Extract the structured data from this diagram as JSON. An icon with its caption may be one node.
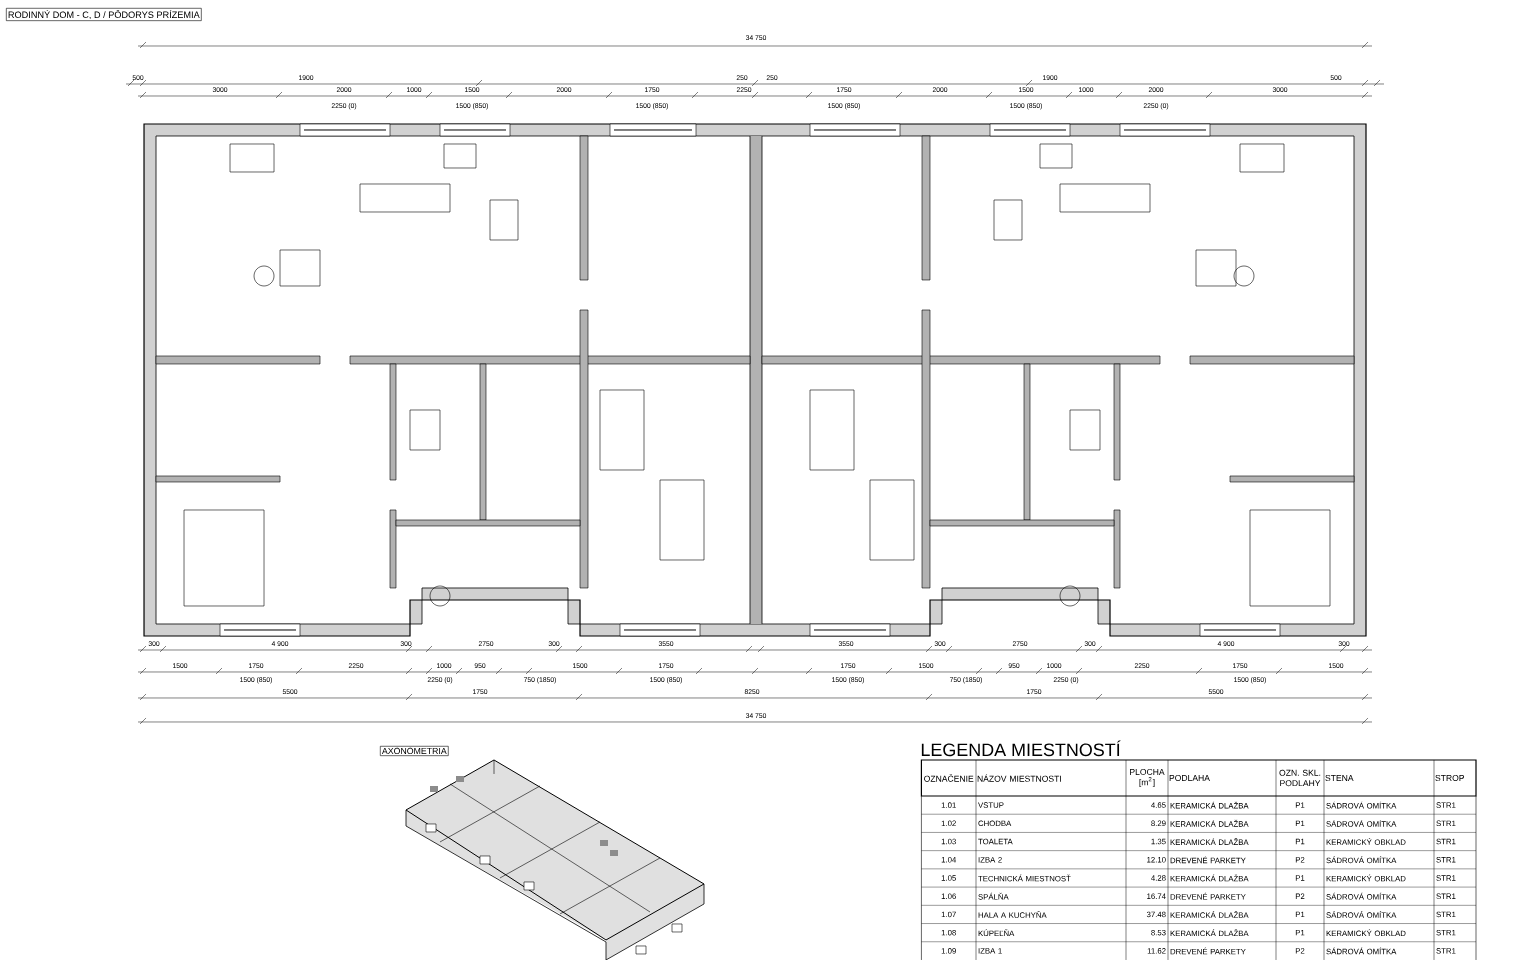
{
  "diagram": {
    "title": "RODINNÝ DOM - C, D / PÔDORYS PRÍZEMIA",
    "nodes": [
      {
        "text": [
          "AXONOMETRIA"
        ]
      }
    ],
    "labels": [
      "34 750",
      "3000",
      "2000",
      "1000",
      "1500",
      "2000",
      "1750",
      "2250",
      "1750",
      "2000",
      "1500",
      "1000",
      "2000",
      "3000",
      "2250 (0)",
      "1500 (850)",
      "1500 (850)",
      "1500 (850)",
      "1500 (850)",
      "2250 (0)",
      "500",
      "1900",
      "250",
      "250",
      "1900",
      "500",
      "300",
      "4 900",
      "300",
      "2750",
      "300",
      "3550",
      "3550",
      "300",
      "2750",
      "300",
      "4 900",
      "300",
      "1500",
      "1750",
      "2250",
      "1000",
      "950",
      "1500",
      "1750",
      "1750",
      "1500",
      "950",
      "1000",
      "2250",
      "1750",
      "1500",
      "1500 (850)",
      "2250 (0)",
      "750 (1850)",
      "1500 (850)",
      "1500 (850)",
      "750 (1850)",
      "2250 (0)",
      "1500 (850)",
      "5500",
      "1750",
      "8250",
      "1750",
      "5500",
      "34 750",
      "LEGENDA MIESTNOSTÍ",
      "OZNAČENIE",
      "NÁZOV MIESTNOSTI",
      "PLOCHA [m$^{2}$]",
      "PODLAHA",
      "OZN. SKL. PODLAHY",
      "STENA",
      "STROP",
      "1.01",
      "VSTUP",
      "4.65",
      "KERAMICKÁ DLAŽBA",
      "P1",
      "SÁDROVÁ OMÍTKA",
      "STR1",
      "1.02",
      "CHODBA",
      "8.29",
      "KERAMICKÁ DLAŽBA",
      "P1",
      "SÁDROVÁ OMÍTKA",
      "STR1",
      "1.03",
      "TOALETA",
      "1.35",
      "KERAMICKÁ DLAŽBA",
      "P1",
      "KERAMICKÝ OBKLAD",
      "STR1",
      "1.04",
      "IZBA 2",
      "12.10",
      "DREVENÉ PARKETY",
      "P2",
      "SÁDROVÁ OMÍTKA",
      "STR1",
      "1.05",
      "TECHNICKÁ MIESTNOSŤ",
      "4.28",
      "KERAMICKÁ DLAŽBA",
      "P1",
      "KERAMICKÝ OBKLAD",
      "STR1",
      "1.06",
      "SPÁLŇA",
      "16.74",
      "DREVENÉ PARKETY",
      "P2",
      "SÁDROVÁ OMÍTKA",
      "STR1",
      "1.07",
      "HALA A KUCHYŇA",
      "37.48",
      "KERAMICKÁ DLAŽBA",
      "P1",
      "SÁDROVÁ OMÍTKA",
      "STR1",
      "1.08",
      "KÚPEĽŇA",
      "8.53",
      "KERAMICKÁ DLAŽBA",
      "P1",
      "KERAMICKÝ OBKLAD",
      "STR1",
      "1.09",
      "IZBA 1",
      "11.62",
      "DREVENÉ PARKETY",
      "P2",
      "SÁDROVÁ OMÍTKA",
      "STR1"
    ]
  }
}
